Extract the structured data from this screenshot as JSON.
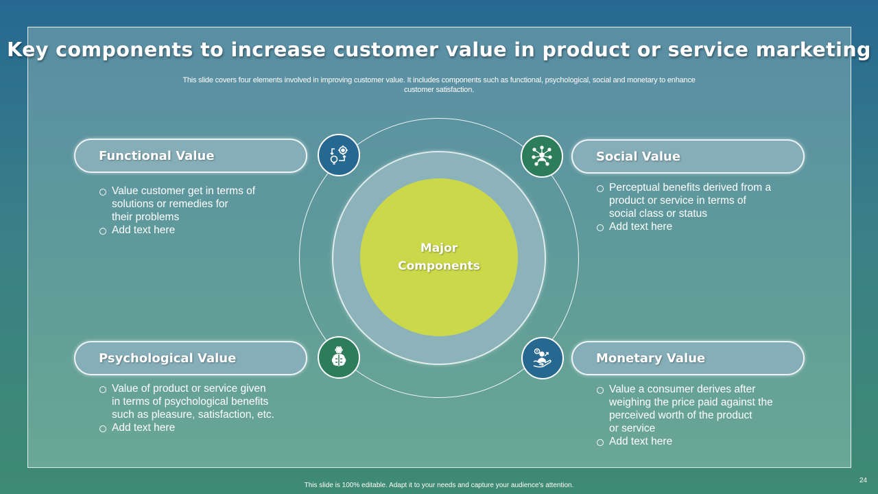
{
  "slide": {
    "title": "Key components to increase customer value in product or service marketing",
    "subtitle_line1": "This slide covers four elements involved in improving customer value. It includes components such as functional, psychological, social and monetary to enhance",
    "subtitle_line2": "customer satisfaction.",
    "center_line1": "Major",
    "center_line2": "Components",
    "footer": "This slide is 100% editable.  Adapt it to your needs and capture your audience's attention.",
    "page_number": "24"
  },
  "colors": {
    "accent_lime": "#cad84a",
    "icon_blue": "#276891",
    "icon_green": "#2e7d5a"
  },
  "components": {
    "functional": {
      "label": "Functional Value",
      "icon": "gear-bulb-icon",
      "bullets": [
        "Value customer get in terms of",
        "solutions or remedies for",
        "their problems",
        "Add text here"
      ]
    },
    "social": {
      "label": "Social Value",
      "icon": "network-people-icon",
      "bullets": [
        "Perceptual benefits derived from a",
        "product or service in terms of",
        "social class or status",
        "Add text here"
      ]
    },
    "psychological": {
      "label": "Psychological  Value",
      "icon": "brain-icon",
      "bullets": [
        "Value of product or service given",
        "in terms of psychological benefits",
        "such as pleasure, satisfaction, etc.",
        "Add text here"
      ]
    },
    "monetary": {
      "label": "Monetary Value",
      "icon": "money-growth-icon",
      "bullets": [
        "Value a consumer derives after",
        "weighing the price paid against the",
        "perceived worth of the product",
        "or service",
        "Add text here"
      ]
    }
  }
}
